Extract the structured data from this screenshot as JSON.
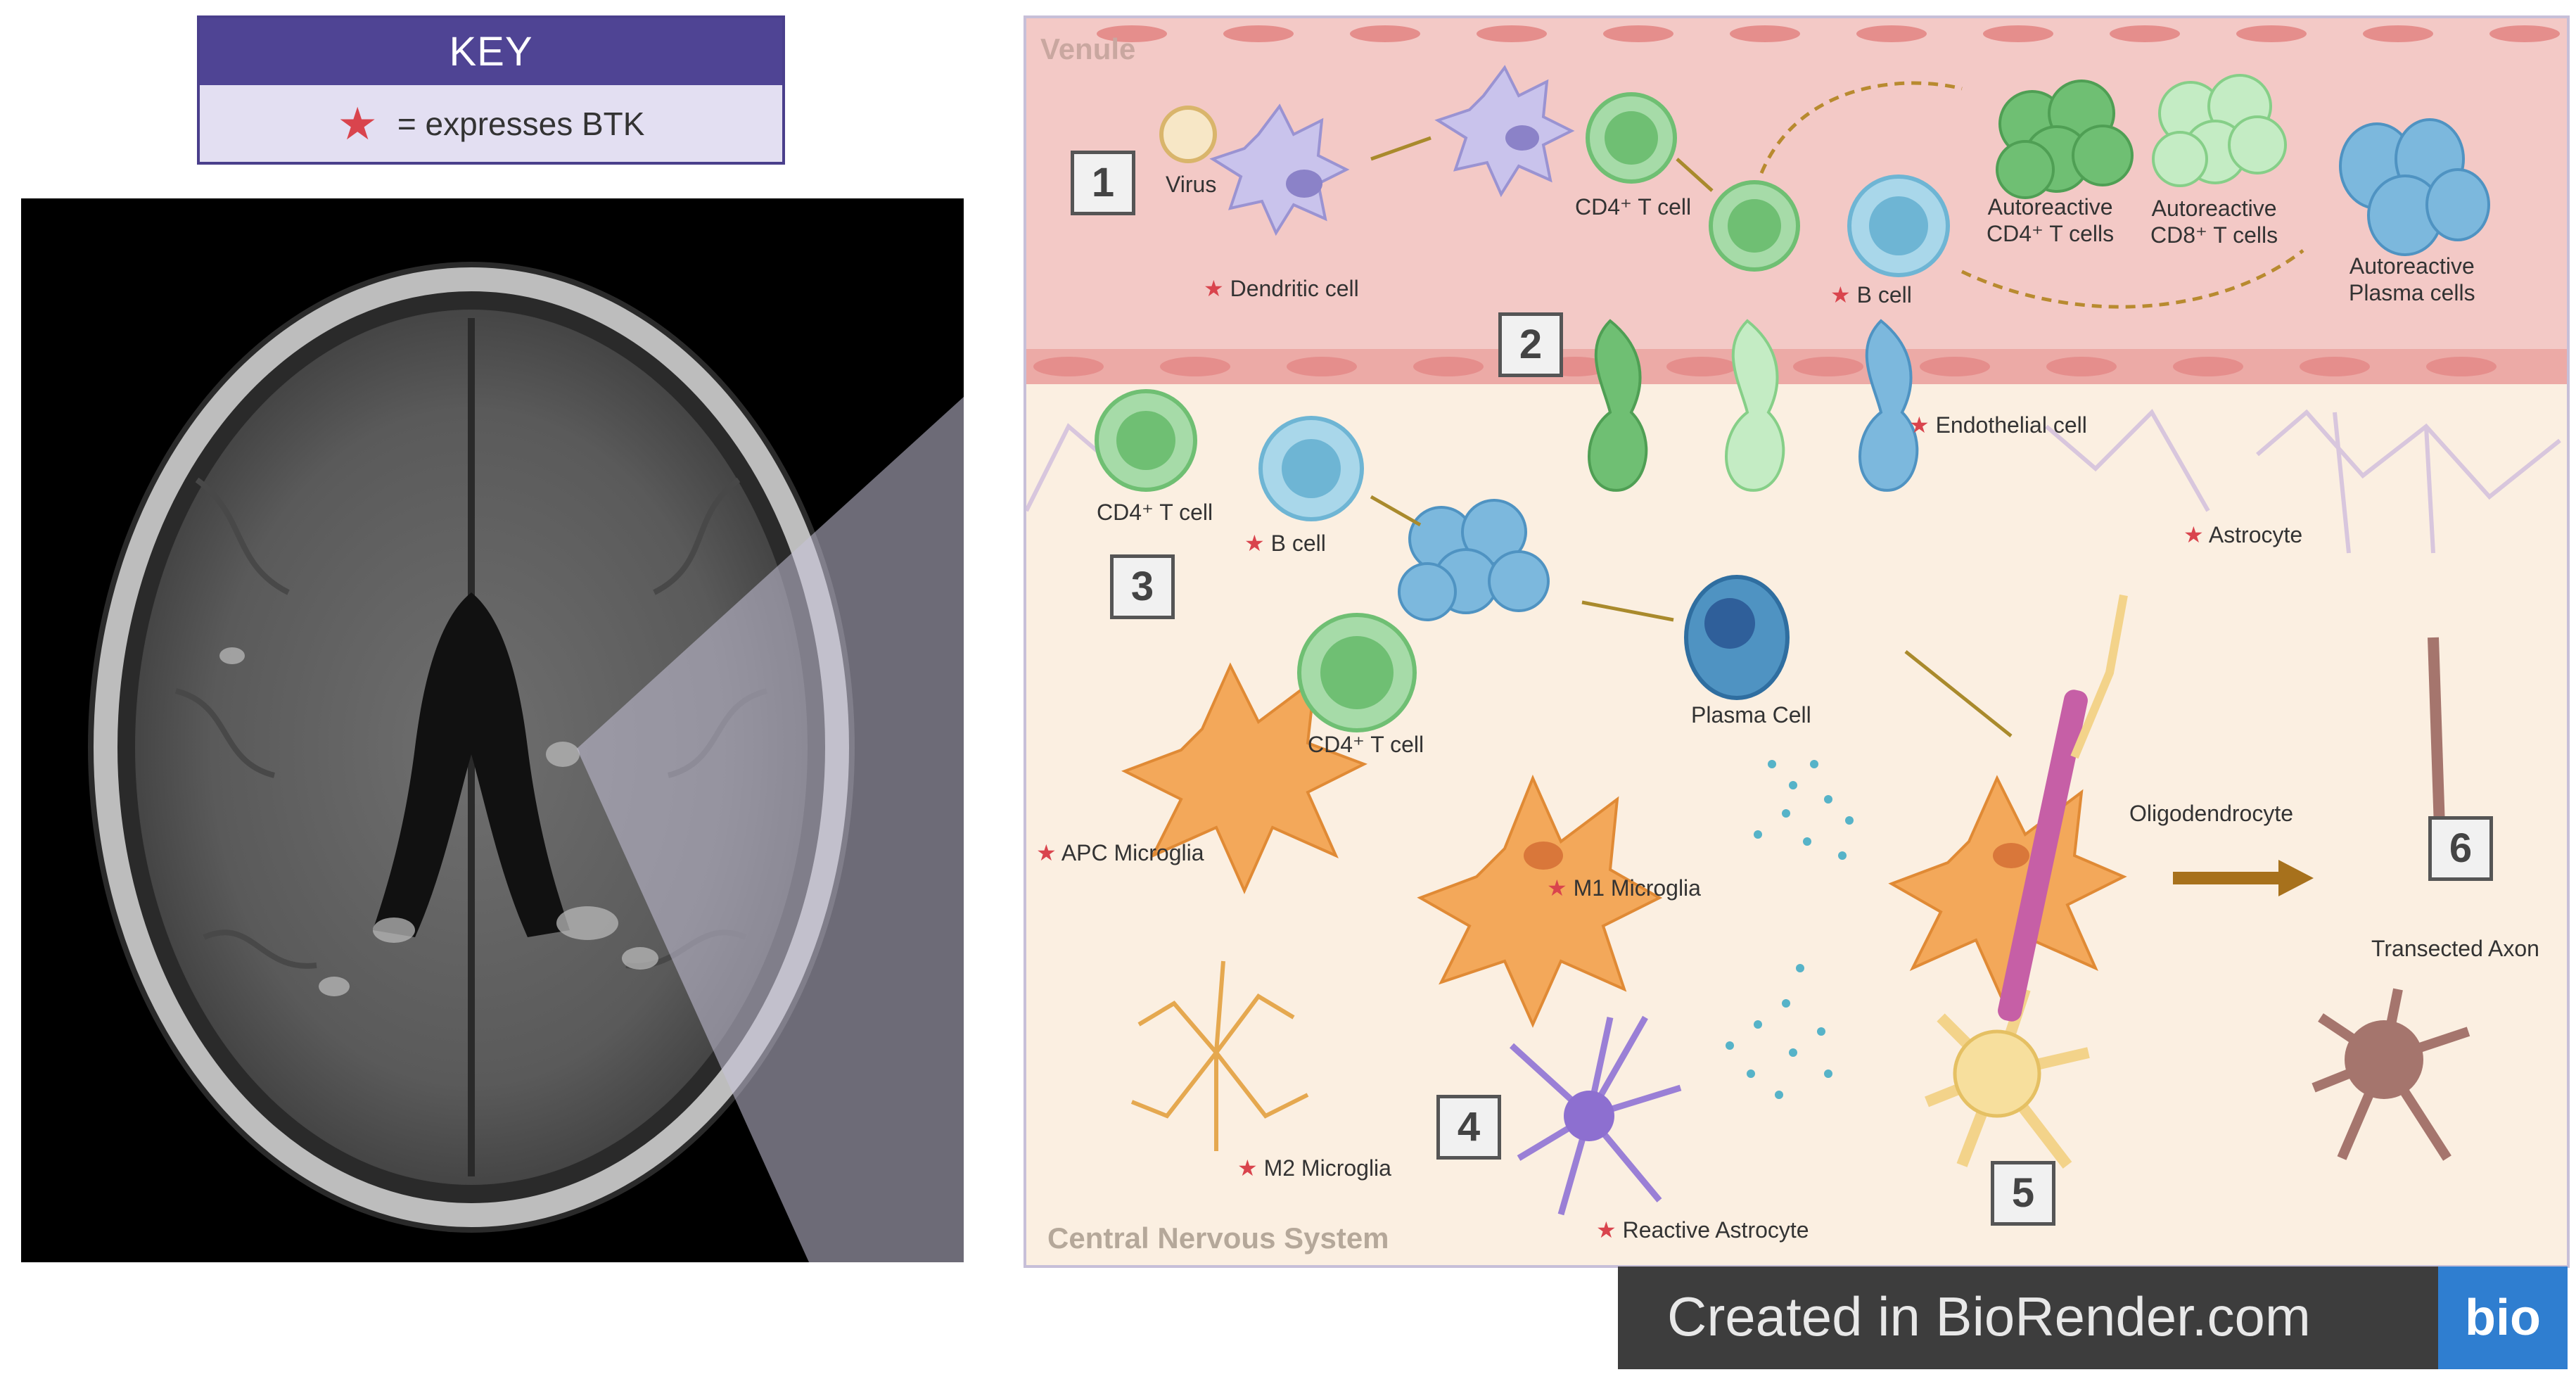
{
  "key": {
    "title": "KEY",
    "star_glyph": "★",
    "legend": "= expresses BTK"
  },
  "panel": {
    "venule_label": "Venule",
    "cns_label": "Central Nervous System",
    "steps": [
      "1",
      "2",
      "3",
      "4",
      "5",
      "6"
    ],
    "labels": {
      "virus": "Virus",
      "dendritic_cell": "Dendritic cell",
      "cd4_t_cell_top": "CD4⁺ T cell",
      "b_cell_top": "B cell",
      "autoreactive_cd4": "Autoreactive\nCD4⁺ T cells",
      "autoreactive_cd8": "Autoreactive\nCD8⁺ T cells",
      "autoreactive_plasma": "Autoreactive\nPlasma cells",
      "endothelial_cell": "Endothelial cell",
      "cd4_t_cell_mid": "CD4⁺ T cell",
      "b_cell_mid": "B cell",
      "astrocyte": "Astrocyte",
      "plasma_cell": "Plasma Cell",
      "cd4_t_cell_low": "CD4⁺ T cell",
      "oligodendrocyte": "Oligodendrocyte",
      "apc_microglia": "APC Microglia",
      "m1_microglia": "M1 Microglia",
      "m2_microglia": "M2 Microglia",
      "reactive_astrocyte": "Reactive Astrocyte",
      "transected_axon": "Transected Axon"
    }
  },
  "watermark": {
    "text": "Created in BioRender.com",
    "logo": "bio"
  },
  "colors": {
    "venule": "#f3c9c6",
    "cns": "#fbefe1",
    "key_header": "#4f4494",
    "star": "#d9444d",
    "biorender_blue": "#2f7ed0"
  }
}
